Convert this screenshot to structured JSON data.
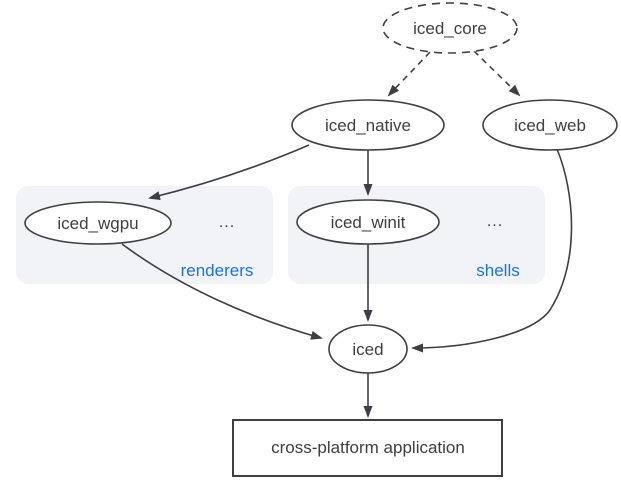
{
  "diagram": {
    "nodes": {
      "iced_core": {
        "label": "iced_core",
        "shape": "ellipse",
        "border": "dashed"
      },
      "iced_native": {
        "label": "iced_native",
        "shape": "ellipse",
        "border": "solid"
      },
      "iced_web": {
        "label": "iced_web",
        "shape": "ellipse",
        "border": "solid"
      },
      "iced_wgpu": {
        "label": "iced_wgpu",
        "shape": "ellipse",
        "border": "solid"
      },
      "iced_winit": {
        "label": "iced_winit",
        "shape": "ellipse",
        "border": "solid"
      },
      "iced": {
        "label": "iced",
        "shape": "ellipse",
        "border": "solid"
      },
      "application": {
        "label": "cross-platform application",
        "shape": "rectangle",
        "border": "solid"
      }
    },
    "groups": {
      "renderers": {
        "label": "renderers",
        "ellipsis": "...",
        "contains": [
          "iced_wgpu"
        ]
      },
      "shells": {
        "label": "shells",
        "ellipsis": "...",
        "contains": [
          "iced_winit"
        ]
      }
    },
    "edges": [
      {
        "from": "iced_core",
        "to": "iced_native",
        "style": "dashed"
      },
      {
        "from": "iced_core",
        "to": "iced_web",
        "style": "dashed"
      },
      {
        "from": "iced_native",
        "to": "iced_wgpu",
        "style": "solid"
      },
      {
        "from": "iced_native",
        "to": "iced_winit",
        "style": "solid"
      },
      {
        "from": "iced_wgpu",
        "to": "iced",
        "style": "solid"
      },
      {
        "from": "iced_winit",
        "to": "iced",
        "style": "solid"
      },
      {
        "from": "iced_web",
        "to": "iced",
        "style": "solid"
      },
      {
        "from": "iced",
        "to": "application",
        "style": "solid"
      }
    ],
    "colors": {
      "stroke": "#3c4043",
      "text": "#3c4043",
      "group_fill": "#f1f3f6",
      "group_label": "#1a73e8",
      "background": "#ffffff"
    }
  }
}
